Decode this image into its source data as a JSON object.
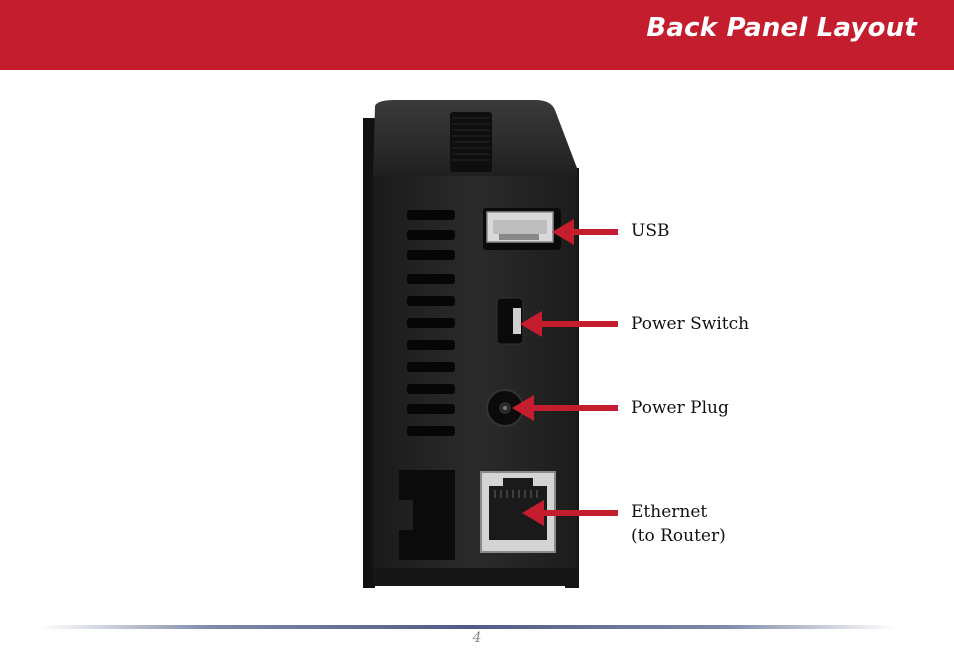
{
  "header": {
    "title": "Back Panel Layout",
    "accent_color": "#c41e2e"
  },
  "callouts": {
    "usb": "USB",
    "power_switch": "Power Switch",
    "power_plug": "Power Plug",
    "ethernet_line1": "Ethernet",
    "ethernet_line2": "(to Router)"
  },
  "footer": {
    "page_number": "4"
  }
}
